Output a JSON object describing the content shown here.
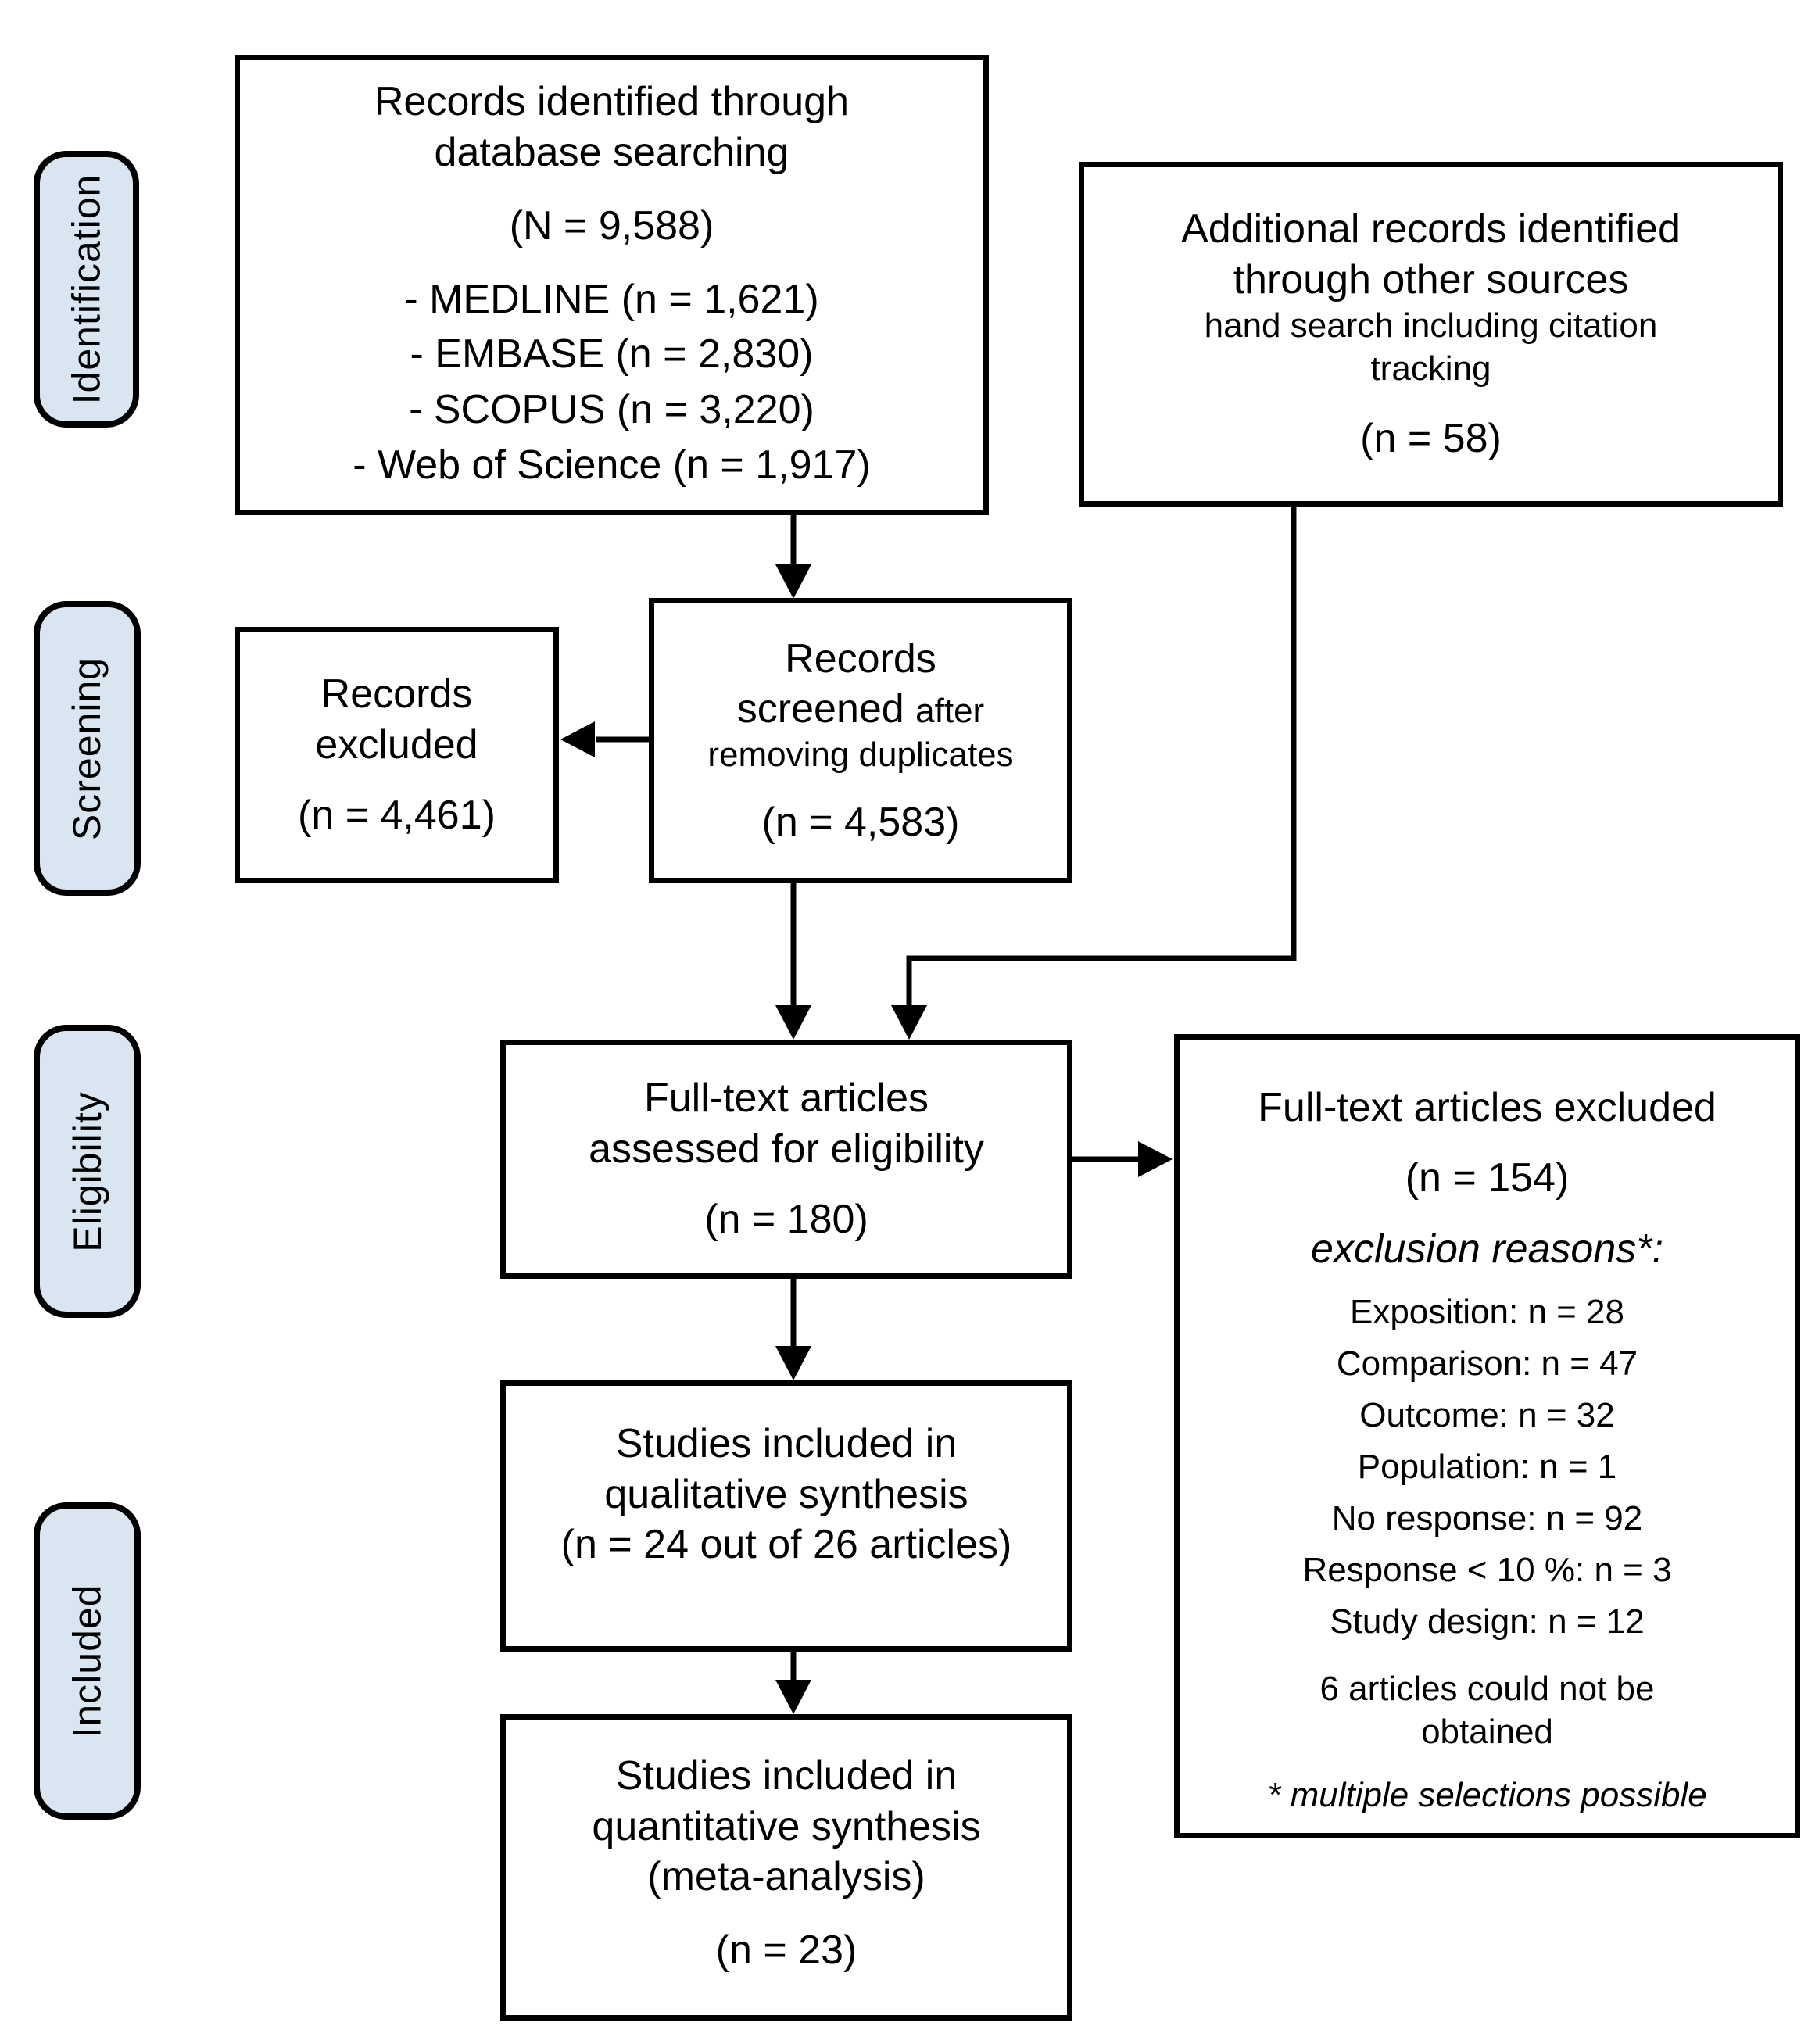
{
  "colors": {
    "stage_fill": "#d9e6f2",
    "line": "#000000",
    "box_fill": "#ffffff",
    "text": "#000000"
  },
  "stages": [
    {
      "label": "Identification"
    },
    {
      "label": "Screening"
    },
    {
      "label": "Eligibility"
    },
    {
      "label": "Included"
    }
  ],
  "boxes": {
    "identified": {
      "title_line1": "Records identified through",
      "title_line2": "database searching",
      "count": "(N = 9,588)",
      "sources": [
        "- MEDLINE (n = 1,621)",
        "- EMBASE (n = 2,830)",
        "- SCOPUS (n = 3,220)",
        "- Web of Science (n = 1,917)"
      ]
    },
    "additional": {
      "title_line1": "Additional records identified",
      "title_line2": "through other sources",
      "subtitle_line1": "hand search including citation",
      "subtitle_line2": "tracking",
      "count": "(n = 58)"
    },
    "screened": {
      "title": "Records",
      "title2_large": "screened",
      "title2_small": "after",
      "subtitle": "removing duplicates",
      "count": "(n = 4,583)"
    },
    "records_excluded": {
      "title_line1": "Records",
      "title_line2": "excluded",
      "count": "(n = 4,461)"
    },
    "fulltext": {
      "title_line1": "Full-text articles",
      "title_line2": "assessed for eligibility",
      "count": "(n = 180)"
    },
    "fulltext_excluded": {
      "title": "Full-text articles excluded",
      "count": "(n = 154)",
      "reasons_heading": "exclusion reasons*:",
      "reasons": [
        "Exposition: n = 28",
        "Comparison: n = 47",
        "Outcome: n = 32",
        "Population: n = 1",
        "No response: n = 92",
        "Response < 10 %: n = 3",
        "Study design: n = 12"
      ],
      "note_line1": "6 articles could not be",
      "note_line2": "obtained",
      "footnote": "* multiple selections possible"
    },
    "qualitative": {
      "title_line1": "Studies included in",
      "title_line2": "qualitative synthesis",
      "count": "(n = 24 out of 26 articles)"
    },
    "quantitative": {
      "title_line1": "Studies included in",
      "title_line2": "quantitative synthesis",
      "title_line3": "(meta-analysis)",
      "count": "(n = 23)"
    }
  }
}
